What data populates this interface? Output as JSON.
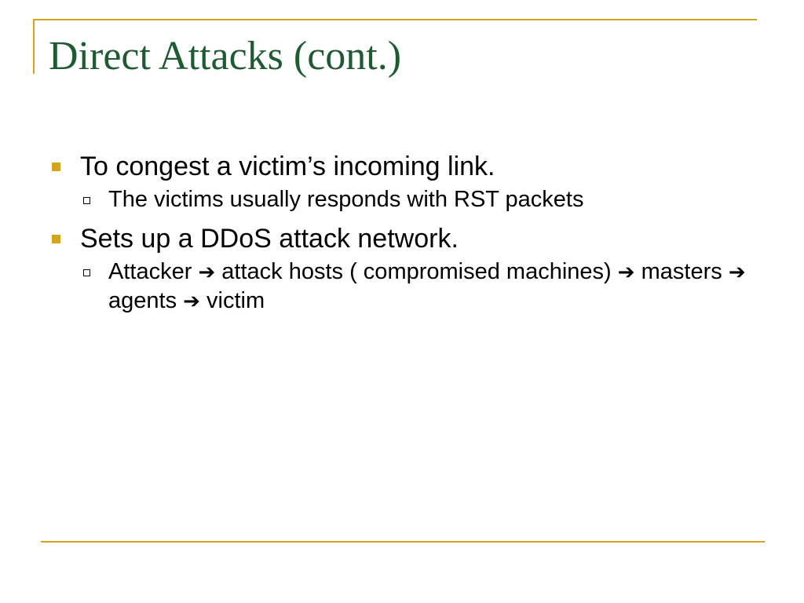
{
  "slide": {
    "title": "Direct Attacks (cont.)",
    "bullets": [
      {
        "text": "To congest a victim’s incoming link.",
        "sub": [
          {
            "text": "The victims usually responds with RST packets"
          }
        ]
      },
      {
        "text": "Sets up a DDoS attack network.",
        "sub": [
          {
            "flow": [
              "Attacker",
              "attack hosts ( compromised machines)",
              "masters",
              "agents",
              "victim"
            ]
          }
        ]
      }
    ]
  },
  "icons": {
    "bullet_level1": "filled-square-bullet-icon",
    "bullet_level2": "hollow-square-bullet-icon",
    "flow_separator": "right-arrow-icon"
  },
  "colors": {
    "accent": "#d4a51c",
    "title": "#1e5a32",
    "text": "#000000",
    "background": "#ffffff"
  }
}
